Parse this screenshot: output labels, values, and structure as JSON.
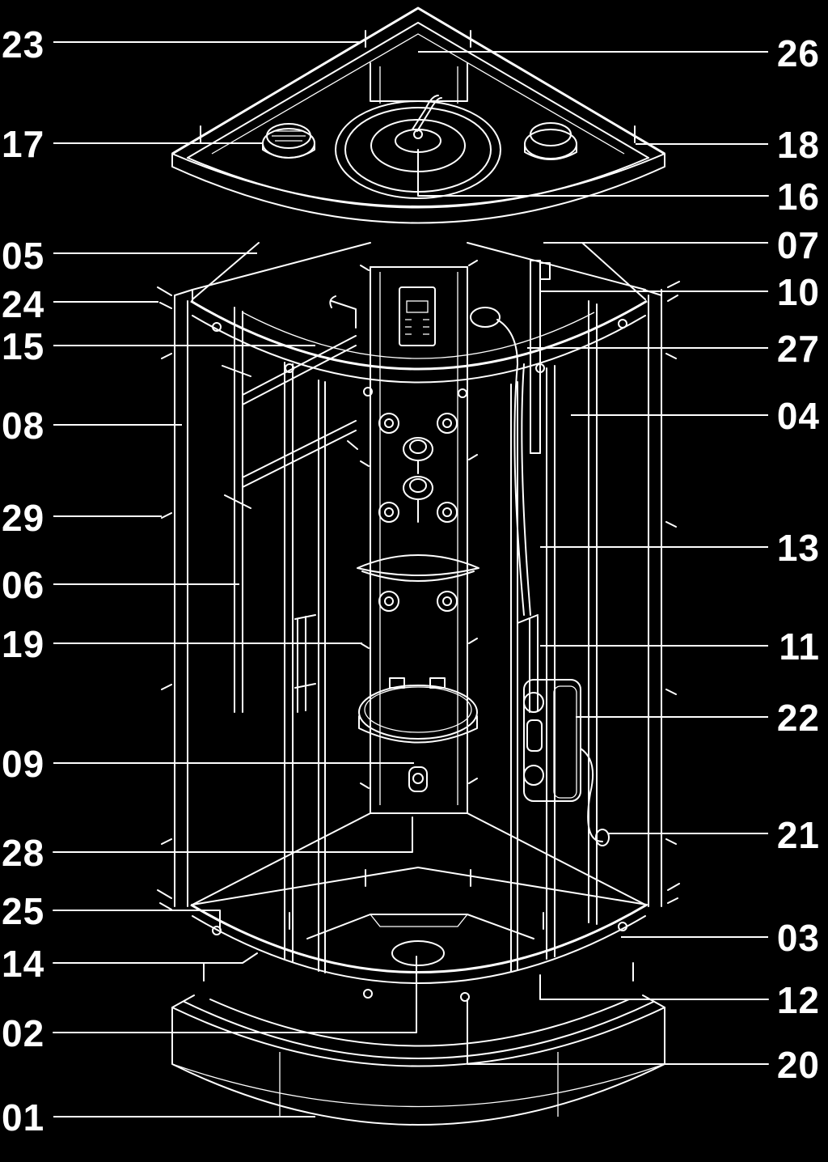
{
  "diagram": {
    "colors": {
      "background": "#000000",
      "line": "#ffffff"
    },
    "left_labels": [
      {
        "id": "p23",
        "text": "23"
      },
      {
        "id": "p17",
        "text": "17"
      },
      {
        "id": "p05",
        "text": "05"
      },
      {
        "id": "p24",
        "text": "24"
      },
      {
        "id": "p15",
        "text": "15"
      },
      {
        "id": "p08",
        "text": "08"
      },
      {
        "id": "p29",
        "text": "29"
      },
      {
        "id": "p06",
        "text": "06"
      },
      {
        "id": "p19",
        "text": "19"
      },
      {
        "id": "p09",
        "text": "09"
      },
      {
        "id": "p28",
        "text": "28"
      },
      {
        "id": "p25",
        "text": "25"
      },
      {
        "id": "p14",
        "text": "14"
      },
      {
        "id": "p02",
        "text": "02"
      },
      {
        "id": "p01",
        "text": "01"
      }
    ],
    "right_labels": [
      {
        "id": "p26",
        "text": "26"
      },
      {
        "id": "p18",
        "text": "18"
      },
      {
        "id": "p16",
        "text": "16"
      },
      {
        "id": "p07",
        "text": "07"
      },
      {
        "id": "p10",
        "text": "10"
      },
      {
        "id": "p27",
        "text": "27"
      },
      {
        "id": "p04",
        "text": "04"
      },
      {
        "id": "p13",
        "text": "13"
      },
      {
        "id": "p11",
        "text": "11"
      },
      {
        "id": "p22",
        "text": "22"
      },
      {
        "id": "p21",
        "text": "21"
      },
      {
        "id": "p03",
        "text": "03"
      },
      {
        "id": "p12",
        "text": "12"
      },
      {
        "id": "p20",
        "text": "20"
      }
    ]
  }
}
